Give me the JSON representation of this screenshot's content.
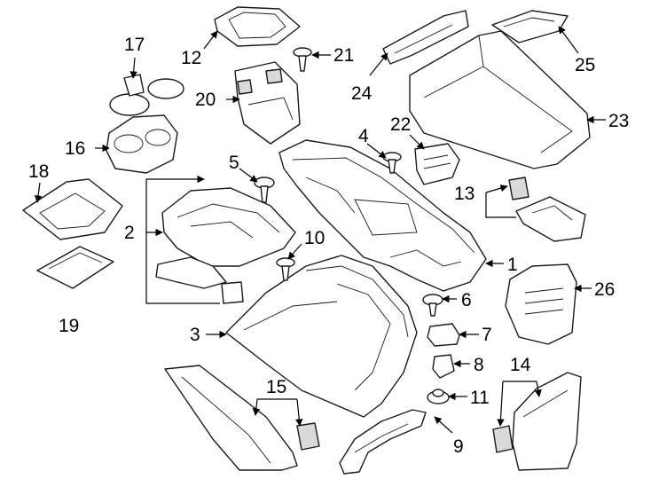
{
  "callouts": {
    "c1": "1",
    "c2": "2",
    "c3": "3",
    "c4": "4",
    "c5": "5",
    "c6": "6",
    "c7": "7",
    "c8": "8",
    "c9": "9",
    "c10": "10",
    "c11": "11",
    "c12": "12",
    "c13": "13",
    "c14": "14",
    "c15": "15",
    "c16": "16",
    "c17": "17",
    "c18": "18",
    "c19": "19",
    "c20": "20",
    "c21": "21",
    "c22": "22",
    "c23": "23",
    "c24": "24",
    "c25": "25",
    "c26": "26"
  },
  "colors": {
    "line": "#1a1a1a",
    "fill": "#ffffff",
    "shade": "#d9d9d9"
  }
}
